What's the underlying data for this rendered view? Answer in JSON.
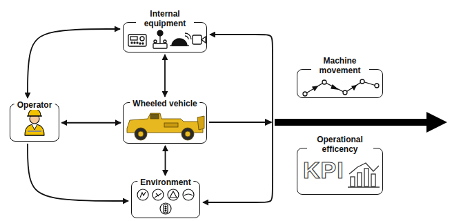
{
  "diagram": {
    "nodes": [
      {
        "text": [
          "Internal equipment"
        ]
      },
      {
        "text": [
          "Machine movement"
        ]
      },
      {
        "text": [
          "Operator"
        ]
      },
      {
        "text": [
          "Wheeled vehicle"
        ]
      },
      {
        "text": [
          "Operational efficency",
          "KPI"
        ]
      },
      {
        "text": [
          "Environment"
        ]
      }
    ],
    "edges": [
      {
        "from": 2,
        "to": 0,
        "arrow": "both"
      },
      {
        "from": 2,
        "to": 3,
        "arrow": "both"
      },
      {
        "from": 0,
        "to": 3,
        "arrow": "both"
      },
      {
        "from": 3,
        "to": 5,
        "arrow": "both"
      },
      {
        "from": 2,
        "to": 5,
        "arrow": "to"
      },
      {
        "from": 0,
        "to": 5,
        "arrow": "both"
      }
    ]
  }
}
